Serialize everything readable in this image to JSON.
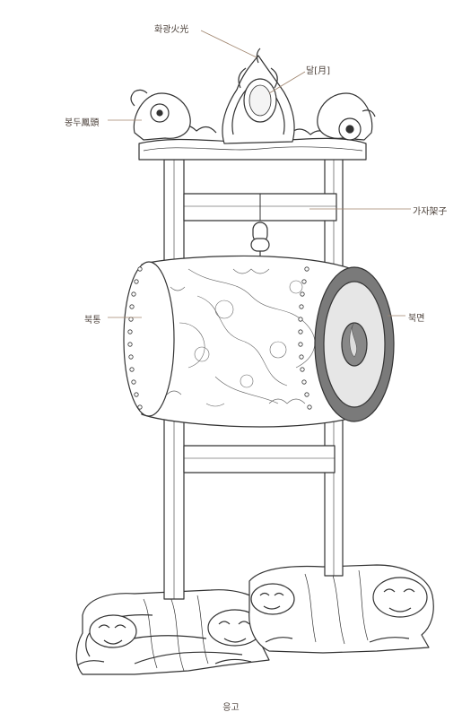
{
  "labels": {
    "fire_ornament": "화광火光",
    "moon": "달[月]",
    "phoenix_head": "봉두鳳頭",
    "frame": "가자架子",
    "drum_body": "북통",
    "drum_face": "북면"
  },
  "caption": "응고",
  "colors": {
    "line": "#333333",
    "leader": "#a0856e",
    "label_text": "#4a3f38",
    "rim": "#7a7a7a",
    "face": "#e6e6e6"
  }
}
